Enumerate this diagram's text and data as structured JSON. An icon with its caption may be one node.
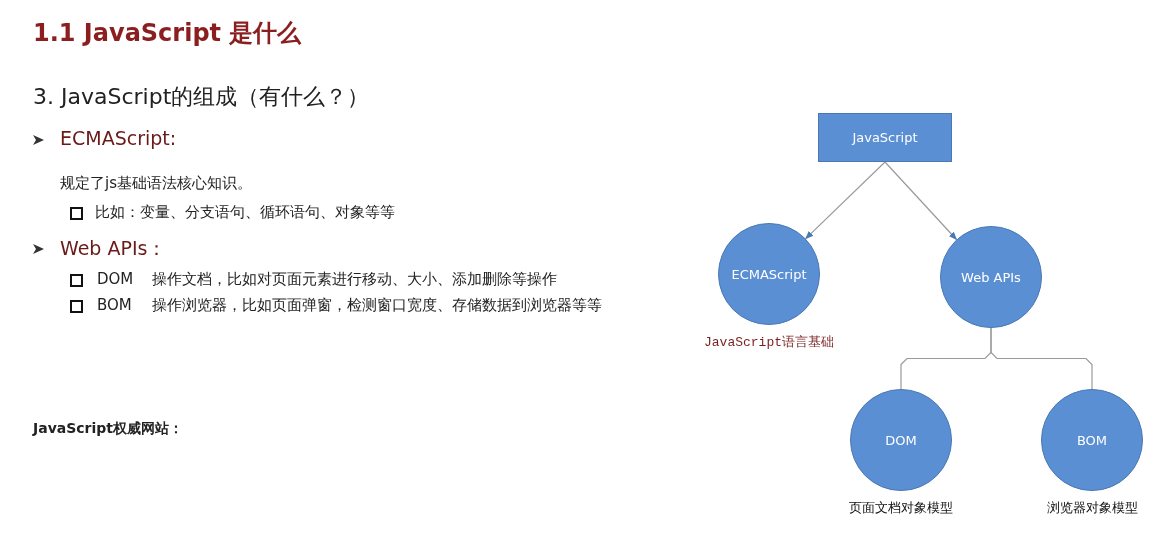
{
  "diagram": {
    "title": "1.1 JavaScript 是什么",
    "nodes": [
      {
        "text": [
          "JavaScript"
        ]
      },
      {
        "text": [
          "ECMAScript"
        ],
        "beside": [
          "JavaScript语言基础"
        ]
      },
      {
        "text": [
          "Web APIs"
        ]
      },
      {
        "text": [
          "DOM"
        ],
        "beside": [
          "页面文档对象模型"
        ]
      },
      {
        "text": [
          "BOM"
        ],
        "beside": [
          "浏览器对象模型"
        ]
      }
    ],
    "edges": [
      {
        "from": 0,
        "to": 1,
        "arrow": "to"
      },
      {
        "from": 0,
        "to": 2,
        "arrow": "to"
      },
      {
        "from": 2,
        "to": 3,
        "arrow": "none"
      },
      {
        "from": 2,
        "to": 4,
        "arrow": "none"
      }
    ],
    "labels": [
      "3. JavaScript的组成（有什么？）",
      "ECMAScript:",
      "规定了js基础语法核心知识。",
      "比如：变量、分支语句、循环语句、对象等等",
      "Web APIs：",
      "DOM",
      "操作文档，比如对页面元素进行移动、大小、添加删除等操作",
      "BOM",
      "操作浏览器，比如页面弹窗，检测窗口宽度、存储数据到浏览器等等",
      "JavaScript权威网站："
    ]
  }
}
